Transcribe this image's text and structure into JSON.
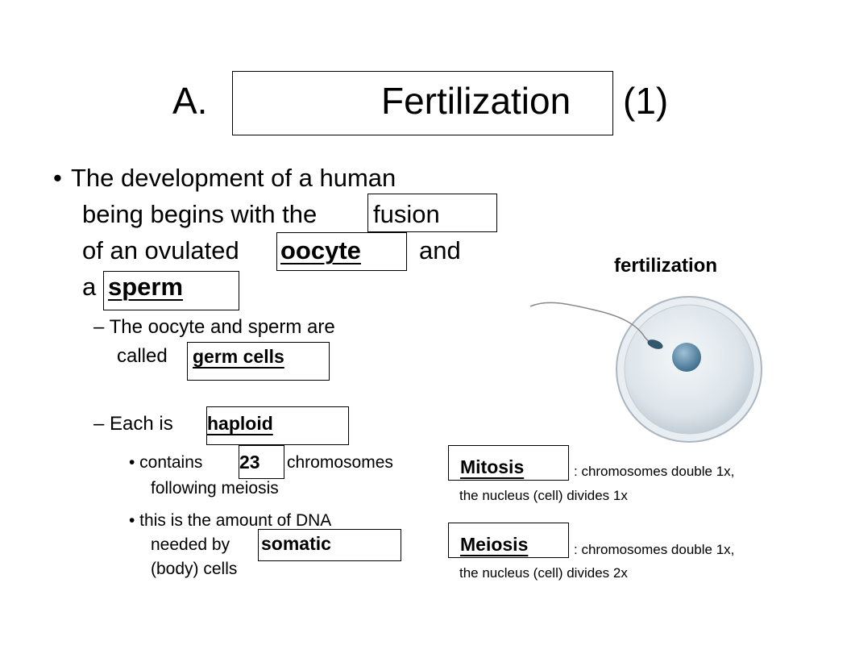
{
  "title": {
    "prefix": "A.",
    "word": "Fertilization",
    "suffix": "(1)"
  },
  "bullet1": {
    "marker": "•",
    "line1": "The development of a human",
    "line2": "being begins with the",
    "fill_fusion": "fusion",
    "line3": "of an ovulated",
    "fill_oocyte": "oocyte",
    "line3_end": "and",
    "line4": "a",
    "fill_sperm": "sperm"
  },
  "sub1": {
    "line1": "– The oocyte and sperm are",
    "line2": "called",
    "fill_germ": "germ cells"
  },
  "sub2": {
    "line1": "– Each is",
    "fill_haploid": "haploid"
  },
  "subsub1": {
    "line1_pre": "• contains",
    "fill_23": "23",
    "line1_post": "chromosomes",
    "line2": "following meiosis"
  },
  "subsub2": {
    "line1": "• this is  the amount of DNA",
    "line2_pre": "needed by",
    "fill_somatic": "somatic",
    "line3": "(body) cells"
  },
  "figure": {
    "label": "fertilization"
  },
  "mitosis": {
    "term": "Mitosis",
    "desc1": ": chromosomes double 1x,",
    "desc2": "the nucleus (cell) divides 1x"
  },
  "meiosis": {
    "term": "Meiosis",
    "desc1": ": chromosomes double 1x,",
    "desc2": "the nucleus (cell) divides 2x"
  },
  "colors": {
    "cell_fill": "#dce4ea",
    "cell_edge": "#9aa7b3",
    "nucleus": "#5b87a4",
    "sperm_head": "#33566a"
  }
}
